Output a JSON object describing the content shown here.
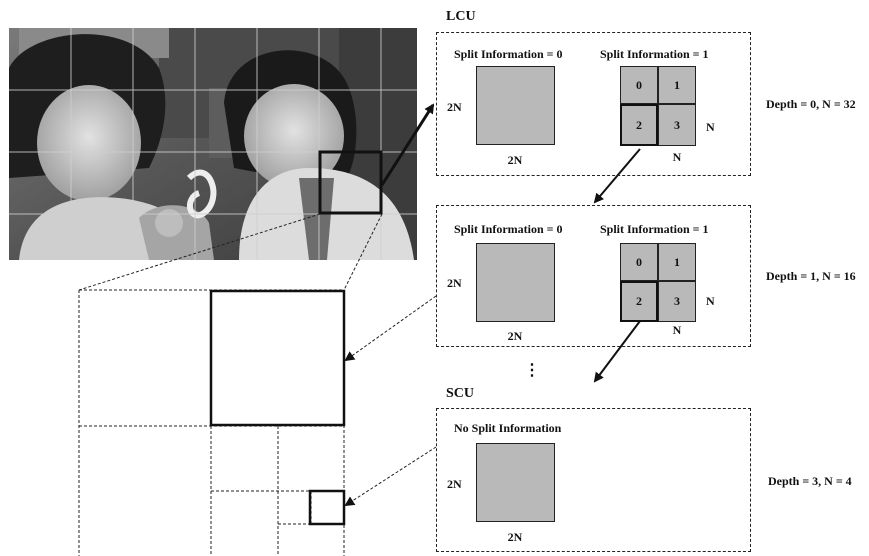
{
  "labels": {
    "lcu": "LCU",
    "scu": "SCU",
    "split0": "Split Information = 0",
    "split1": "Split Information = 1",
    "no_split": "No Split Information",
    "two_n": "2N",
    "n": "N",
    "ellipsis": "⋮"
  },
  "quad_labels": [
    "0",
    "1",
    "2",
    "3"
  ],
  "depths": [
    "Depth = 0, N = 32",
    "Depth = 1, N = 16",
    "Depth = 3, N = 4"
  ],
  "colors": {
    "cu_fill": "#b9b9b9",
    "line": "#222222",
    "photo_grid": "#cfcfcf"
  }
}
